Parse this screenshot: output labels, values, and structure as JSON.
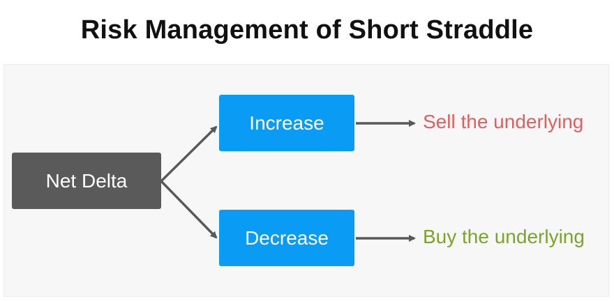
{
  "title": "Risk Management of Short Straddle",
  "nodes": {
    "root": "Net Delta",
    "increase": "Increase",
    "decrease": "Decrease"
  },
  "outcomes": {
    "increase": "Sell the underlying",
    "decrease": "Buy the underlying"
  },
  "colors": {
    "root_box": "#5a5a5a",
    "branch_box": "#0a9cf5",
    "arrow": "#595959",
    "sell_text": "#e0605f",
    "buy_text": "#7aa52a"
  }
}
